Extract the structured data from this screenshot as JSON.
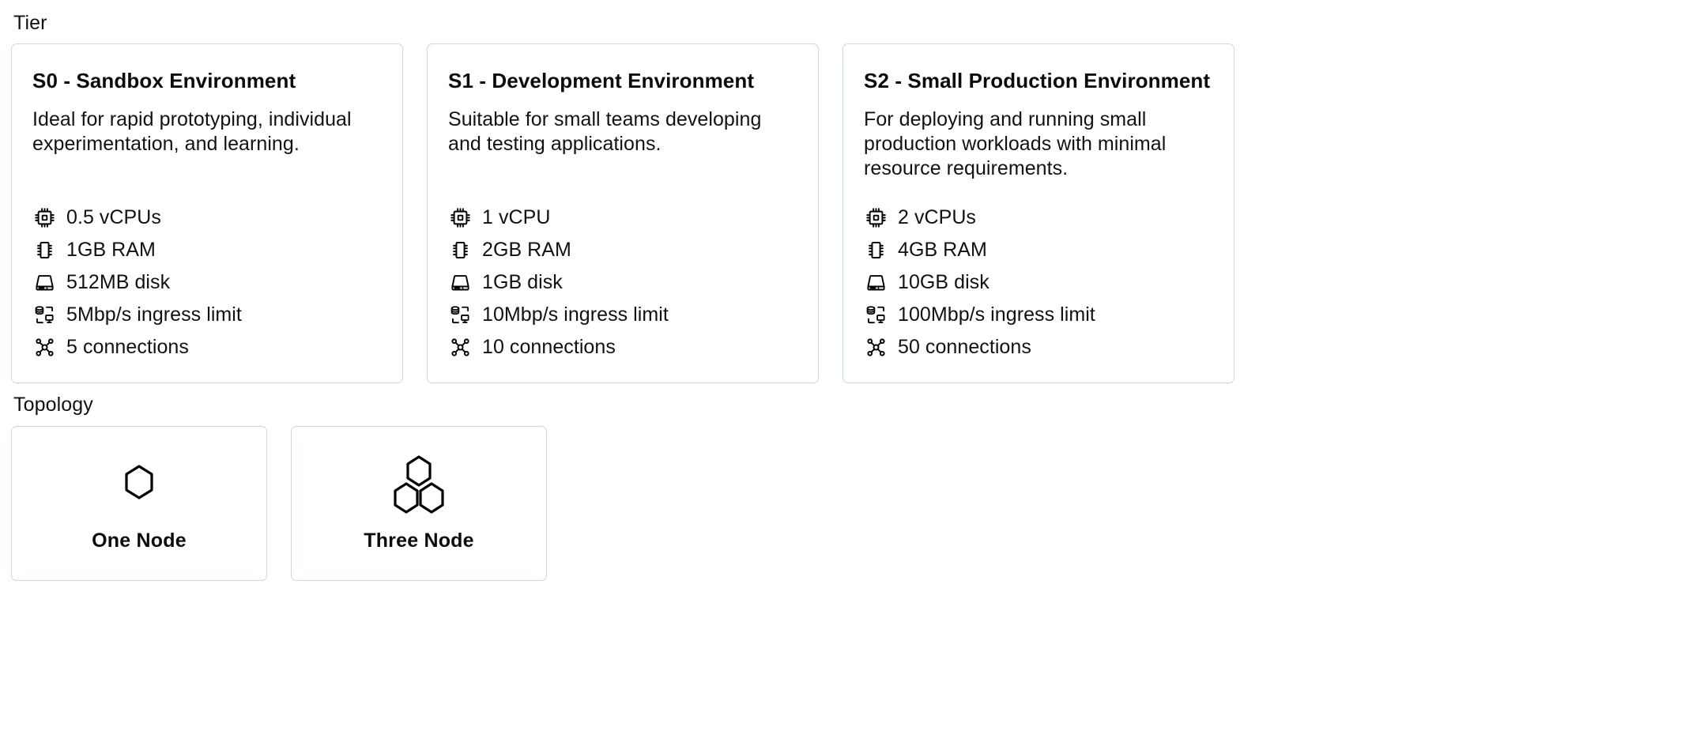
{
  "tier": {
    "label": "Tier",
    "cards": [
      {
        "title": "S0 - Sandbox Environment",
        "description": "Ideal for rapid prototyping, individual experimentation, and learning.",
        "specs": [
          {
            "icon": "cpu-icon",
            "text": "0.5 vCPUs"
          },
          {
            "icon": "memory-icon",
            "text": "1GB RAM"
          },
          {
            "icon": "disk-icon",
            "text": "512MB disk"
          },
          {
            "icon": "data-transfer-icon",
            "text": "5Mbp/s ingress limit"
          },
          {
            "icon": "network-graph-icon",
            "text": "5 connections"
          }
        ]
      },
      {
        "title": "S1 - Development Environment",
        "description": "Suitable for small teams developing and testing applications.",
        "specs": [
          {
            "icon": "cpu-icon",
            "text": "1 vCPU"
          },
          {
            "icon": "memory-icon",
            "text": "2GB RAM"
          },
          {
            "icon": "disk-icon",
            "text": "1GB disk"
          },
          {
            "icon": "data-transfer-icon",
            "text": "10Mbp/s ingress limit"
          },
          {
            "icon": "network-graph-icon",
            "text": "10 connections"
          }
        ]
      },
      {
        "title": "S2 - Small Production Environment",
        "description": "For deploying and running small production workloads with minimal resource requirements.",
        "specs": [
          {
            "icon": "cpu-icon",
            "text": "2 vCPUs"
          },
          {
            "icon": "memory-icon",
            "text": "4GB RAM"
          },
          {
            "icon": "disk-icon",
            "text": "10GB disk"
          },
          {
            "icon": "data-transfer-icon",
            "text": "100Mbp/s ingress limit"
          },
          {
            "icon": "network-graph-icon",
            "text": "50 connections"
          }
        ]
      }
    ]
  },
  "topology": {
    "label": "Topology",
    "options": [
      {
        "label": "One Node",
        "icon": "single-hexagon-icon"
      },
      {
        "label": "Three Node",
        "icon": "triple-hexagon-icon"
      }
    ]
  },
  "colors": {
    "card_border": "#ced9dd",
    "text": "#111111",
    "background": "#ffffff"
  }
}
